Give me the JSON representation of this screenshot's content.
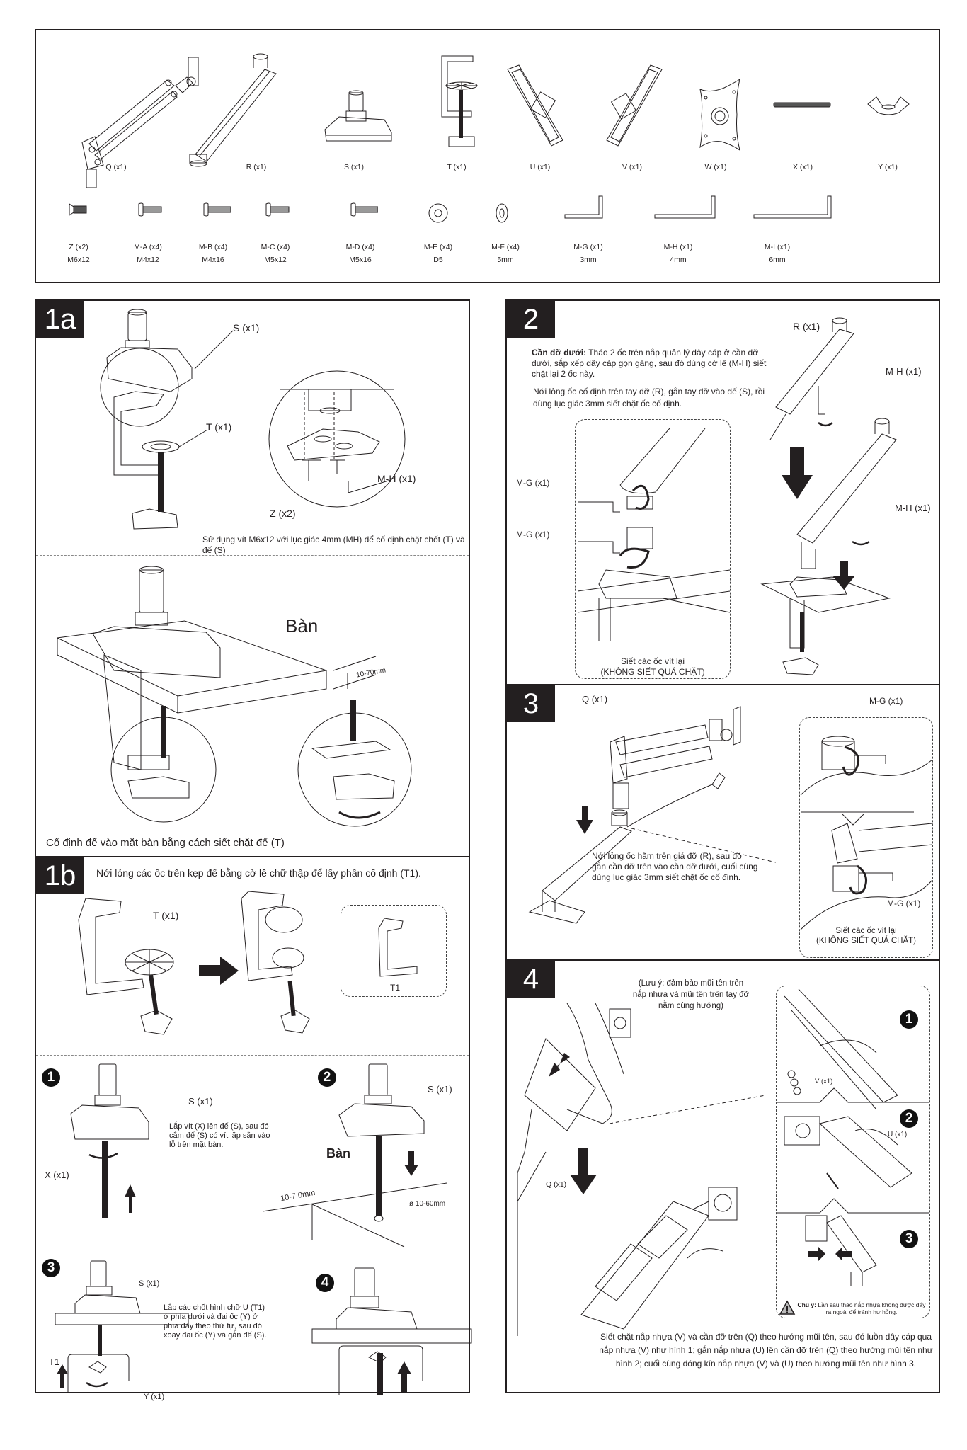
{
  "parts_list": {
    "large": [
      {
        "id": "Q",
        "label": "Q (x1)",
        "icon": "upper-arm-icon"
      },
      {
        "id": "R",
        "label": "R (x1)",
        "icon": "lower-arm-icon"
      },
      {
        "id": "S",
        "label": "S (x1)",
        "icon": "base-icon"
      },
      {
        "id": "T",
        "label": "T (x1)",
        "icon": "clamp-icon"
      },
      {
        "id": "U",
        "label": "U (x1)",
        "icon": "cable-cover-u-icon"
      },
      {
        "id": "V",
        "label": "V (x1)",
        "icon": "cable-cover-v-icon"
      },
      {
        "id": "W",
        "label": "W (x1)",
        "icon": "vesa-plate-icon"
      },
      {
        "id": "X",
        "label": "X (x1)",
        "icon": "threaded-rod-icon"
      },
      {
        "id": "Y",
        "label": "Y (x1)",
        "icon": "wing-nut-icon"
      }
    ],
    "small": [
      {
        "id": "Z",
        "label": "Z (x2)",
        "spec": "M6x12",
        "icon": "countersunk-screw-icon"
      },
      {
        "id": "M-A",
        "label": "M-A (x4)",
        "spec": "M4x12",
        "icon": "screw-icon"
      },
      {
        "id": "M-B",
        "label": "M-B (x4)",
        "spec": "M4x16",
        "icon": "screw-icon"
      },
      {
        "id": "M-C",
        "label": "M-C (x4)",
        "spec": "M5x12",
        "icon": "screw-icon"
      },
      {
        "id": "M-D",
        "label": "M-D (x4)",
        "spec": "M5x16",
        "icon": "screw-icon"
      },
      {
        "id": "M-E",
        "label": "M-E (x4)",
        "spec": "D5",
        "icon": "washer-icon"
      },
      {
        "id": "M-F",
        "label": "M-F (x4)",
        "spec": "5mm",
        "icon": "spacer-icon"
      },
      {
        "id": "M-G",
        "label": "M-G (x1)",
        "spec": "3mm",
        "icon": "hex-key-icon"
      },
      {
        "id": "M-H",
        "label": "M-H (x1)",
        "spec": "4mm",
        "icon": "hex-key-icon"
      },
      {
        "id": "M-I",
        "label": "M-I  (x1)",
        "spec": "6mm",
        "icon": "hex-key-icon"
      }
    ]
  },
  "step_1a": {
    "badge": "1a",
    "callouts": {
      "s": "S (x1)",
      "t": "T (x1)",
      "mh": "M-H (x1)",
      "z": "Z (x2)",
      "desk": "Bàn",
      "thickness": "10-70mm"
    },
    "instruction_top": "Sử dụng vít M6x12 với lục giác 4mm (MH) để cố định chặt chốt (T) và đế (S)",
    "instruction_bottom": "Cố định đế vào mặt bàn bằng cách siết chặt đế (T)"
  },
  "step_1b": {
    "badge": "1b",
    "instruction": "Nới lỏng các ốc trên kẹp đế bằng cờ lê chữ thập để lấy phần cố định (T1).",
    "callouts": {
      "t": "T (x1)",
      "t1": "T1"
    },
    "substeps": [
      {
        "num": "1",
        "callouts": {
          "s": "S (x1)",
          "x": "X (x1)"
        },
        "text": "Lắp vít (X) lên đế (S), sau đó cắm đế (S) có vít lắp sẵn vào lỗ trên mặt bàn."
      },
      {
        "num": "2",
        "callouts": {
          "s": "S (x1)",
          "desk": "Bàn",
          "thickness": "10-7 0mm",
          "hole": "ø 10-60mm"
        }
      },
      {
        "num": "3",
        "callouts": {
          "s": "S (x1)",
          "t1": "T1",
          "y": "Y (x1)"
        },
        "text": "Lắp các chốt hình chữ U (T1) ở phía dưới và đai ốc (Y) ở phía đáy theo thứ tự, sau đó xoay đai ốc (Y) và gắn đế (S)."
      },
      {
        "num": "4"
      }
    ]
  },
  "step_2": {
    "badge": "2",
    "bold_lead": "Cần đỡ dưới:",
    "text_1": " Tháo 2 ốc trên nắp quản lý dây cáp ở cần đỡ dưới, sắp xếp dây cáp gọn gàng, sau đó dùng cờ lê (M-H) siết chặt lại 2 ốc này.",
    "text_2": "Nới lỏng ốc cố định trên tay đỡ (R), gắn tay đỡ vào đế (S), rồi dùng lục giác 3mm siết chặt ốc cố định.",
    "callouts": {
      "r": "R (x1)",
      "mh_top": "M-H (x1)",
      "mh_bottom": "M-H (x1)",
      "mg_top": "M-G (x1)",
      "mg_bottom": "M-G (x1)"
    },
    "detail_caption_1": "Siết các ốc vít lại",
    "detail_caption_2": "(KHÔNG SIẾT QUÁ CHẶT)"
  },
  "step_3": {
    "badge": "3",
    "callouts": {
      "q": "Q (x1)",
      "mg_top": "M-G (x1)",
      "mg_bottom": "M-G (x1)"
    },
    "text": "Nới lỏng ốc hãm trên giá đỡ (R), sau đó gắn cần đỡ trên vào cần đỡ dưới, cuối cùng dùng lục giác 3mm siết chặt ốc cố định.",
    "detail_caption_1": "Siết các ốc vít lại",
    "detail_caption_2": "(KHÔNG SIẾT QUÁ CHẶT)"
  },
  "step_4": {
    "badge": "4",
    "note": "(Lưu ý: đảm bảo mũi tên trên nắp nhựa và mũi tên trên tay đỡ nằm cùng hướng)",
    "callouts": {
      "q": "Q (x1)",
      "v": "V (x1)",
      "u": "U (x1)"
    },
    "panel_nums": [
      "1",
      "2",
      "3"
    ],
    "warning_bold": "Chú ý:",
    "warning_text": " Lần sau tháo nắp nhựa không được đẩy ra ngoài để tránh hư hỏng.",
    "instruction": "Siết chặt nắp nhựa (V) và cần đỡ trên (Q) theo hướng mũi tên, sau đó luồn dây cáp qua nắp nhựa (V) như hình 1; gắn nắp nhựa (U) lên cần đỡ trên (Q) theo hướng mũi tên như hình 2; cuối cùng đóng kín nắp nhựa (V) và (U) theo hướng mũi tên như hình 3."
  }
}
